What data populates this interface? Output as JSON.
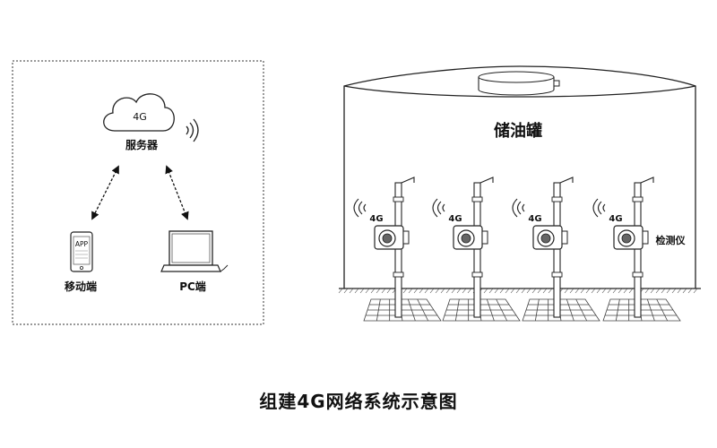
{
  "network": {
    "cloud_label": "4G",
    "server_label": "服务器",
    "mobile_label": "移动端",
    "mobile_screen_text": "APP",
    "pc_label": "PC端"
  },
  "tank": {
    "title": "储油罐",
    "signal_label": "4G",
    "device_label": "检测仪",
    "posts": 4
  },
  "caption": "组建4G网络系统示意图"
}
